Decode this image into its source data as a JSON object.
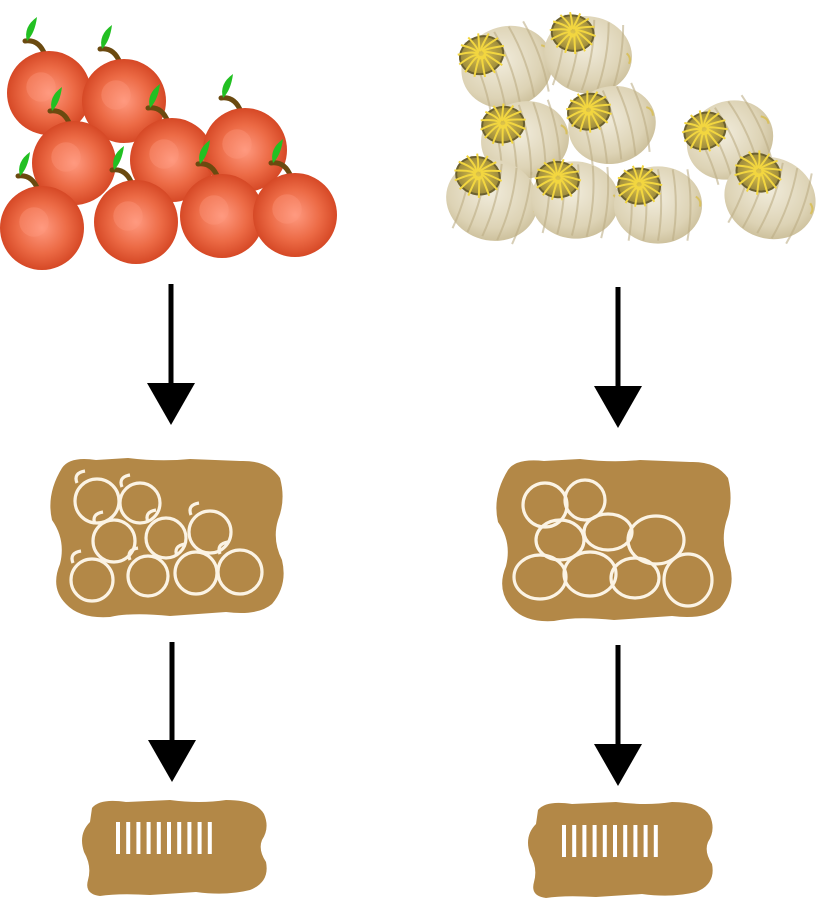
{
  "diagram": {
    "columns": [
      {
        "id": "left",
        "top_item": "apples",
        "fossil_pattern": "circles",
        "bottom_item": "barcode-slab"
      },
      {
        "id": "right",
        "top_item": "silk-cocoons",
        "fossil_pattern": "ellipses",
        "bottom_item": "barcode-slab"
      }
    ],
    "colors": {
      "apple_red": "#e0502a",
      "apple_highlight": "#ff9a80",
      "leaf_green": "#22c022",
      "stem_brown": "#6b4a10",
      "cocoon_cream": "#ddd3b5",
      "cocoon_fibers": "#f2d640",
      "slab_brown": "#b38847",
      "imprint_white": "#fbf3e4",
      "arrow_black": "#000000"
    },
    "icons": [
      "apple-icon",
      "cocoon-icon",
      "arrow-down-icon",
      "fossil-slab-icon",
      "barcode-icon"
    ]
  }
}
